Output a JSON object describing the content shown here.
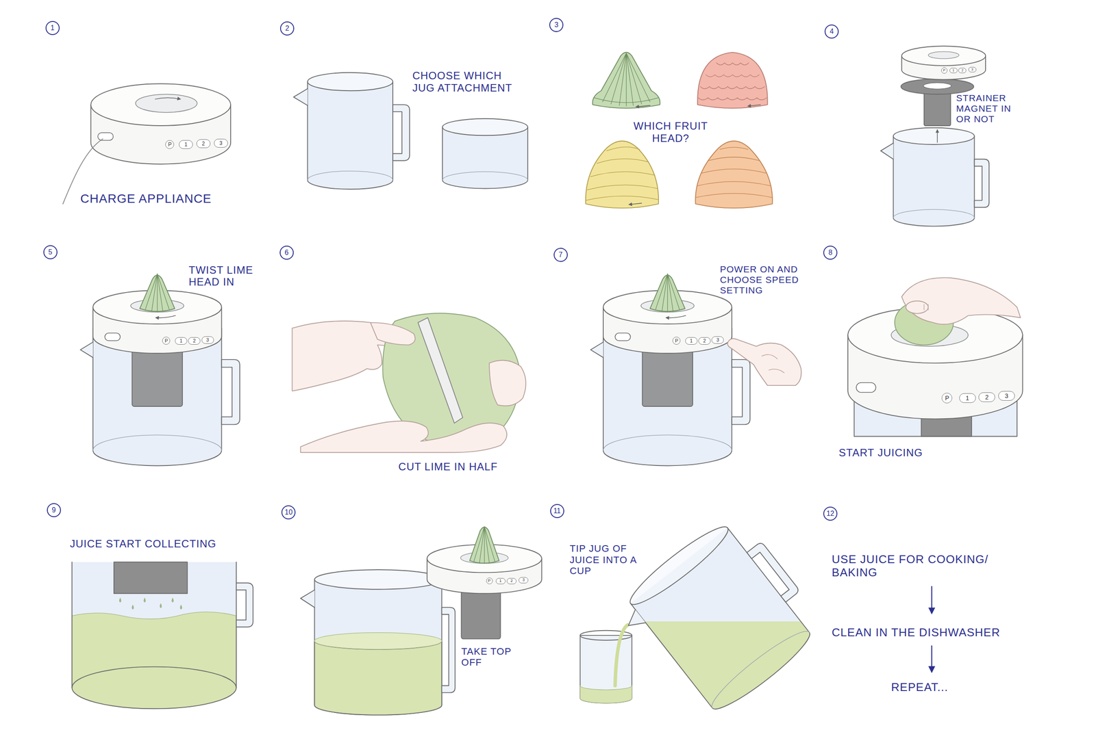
{
  "diagram": {
    "nodes": [
      {
        "text": [
          "1"
        ]
      },
      {
        "text": [
          "P"
        ]
      },
      {
        "text": [
          "1"
        ]
      },
      {
        "text": [
          "2"
        ]
      },
      {
        "text": [
          "3"
        ]
      },
      {
        "text": [
          "2"
        ]
      },
      {
        "text": [
          "3"
        ]
      },
      {
        "text": [
          "4"
        ]
      },
      {
        "text": [
          "P"
        ]
      },
      {
        "text": [
          "1"
        ]
      },
      {
        "text": [
          "2"
        ]
      },
      {
        "text": [
          "3"
        ]
      },
      {
        "text": [
          "5"
        ]
      },
      {
        "text": [
          "P"
        ]
      },
      {
        "text": [
          "1"
        ]
      },
      {
        "text": [
          "2"
        ]
      },
      {
        "text": [
          "3"
        ]
      },
      {
        "text": [
          "6"
        ]
      },
      {
        "text": [
          "7"
        ]
      },
      {
        "text": [
          "P"
        ]
      },
      {
        "text": [
          "1"
        ]
      },
      {
        "text": [
          "2"
        ]
      },
      {
        "text": [
          "3"
        ]
      },
      {
        "text": [
          "8"
        ]
      },
      {
        "text": [
          "P"
        ]
      },
      {
        "text": [
          "1"
        ]
      },
      {
        "text": [
          "2"
        ]
      },
      {
        "text": [
          "3"
        ]
      },
      {
        "text": [
          "9"
        ]
      },
      {
        "text": [
          "10"
        ]
      },
      {
        "text": [
          "P"
        ]
      },
      {
        "text": [
          "1"
        ]
      },
      {
        "text": [
          "2"
        ]
      },
      {
        "text": [
          "3"
        ]
      },
      {
        "text": [
          "11"
        ]
      },
      {
        "text": [
          "12"
        ]
      }
    ],
    "labels": [
      "CHARGE APPLIANCE",
      "CHOOSE WHICH JUG ATTACHMENT",
      "WHICH FRUIT HEAD?",
      "STRAINER MAGNET IN OR NOT",
      "TWIST LIME HEAD IN",
      "CUT LIME IN HALF",
      "POWER ON AND CHOOSE SPEED SETTING",
      "START JUICING",
      "JUICE START COLLECTING",
      "TAKE TOP OFF",
      "TIP JUG OF JUICE INTO A CUP",
      "USE JUICE FOR COOKING/ BAKING",
      "CLEAN IN THE DISHWASHER",
      "REPEAT..."
    ]
  }
}
